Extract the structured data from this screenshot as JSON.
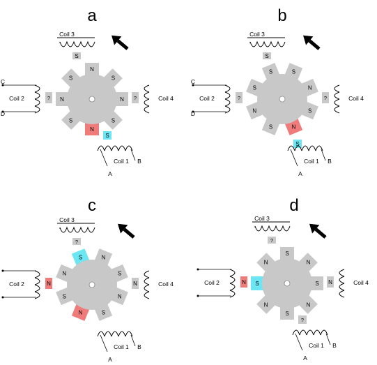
{
  "colors": {
    "rotor": "#c8c8c8",
    "stator": "#c8c8c8",
    "north_energized": "#ef7b7b",
    "south_energized": "#6ce6f2",
    "wire": "#000000",
    "arrow": "#000000"
  },
  "coil_labels": {
    "coil1": "Coil 1",
    "coil2": "Coil 2",
    "coil3": "Coil 3",
    "coil4": "Coil 4"
  },
  "terminal_labels": {
    "A": "A",
    "B": "B",
    "C": "C",
    "D": "D"
  },
  "panels": [
    {
      "label": "a",
      "arrow_icon": "counterclockwise-rotation-arrow",
      "rotor_teeth": [
        "N",
        "S",
        "N",
        "S",
        "N",
        "S",
        "N",
        "S"
      ],
      "rotor_energized": {
        "4": "N"
      },
      "coils": {
        "coil1": {
          "pole": "S",
          "state": "S"
        },
        "coil2": {
          "pole": "?",
          "state": "off"
        },
        "coil3": {
          "pole": "S",
          "state": "off"
        },
        "coil4": {
          "pole": "?",
          "state": "off"
        }
      },
      "terminals": [
        "A",
        "B",
        "C",
        "D"
      ]
    },
    {
      "label": "b",
      "arrow_icon": "counterclockwise-rotation-arrow",
      "rotor_teeth": [
        "S",
        "S",
        "N",
        "S",
        "N",
        "S",
        "N",
        "S"
      ],
      "rotor_energized": {
        "4": "N"
      },
      "coils": {
        "coil1": {
          "pole": "S",
          "state": "S"
        },
        "coil2": {
          "pole": "?",
          "state": "off"
        },
        "coil3": {
          "pole": "S",
          "state": "off"
        },
        "coil4": {
          "pole": "?",
          "state": "off"
        }
      },
      "terminals": [
        "A",
        "B",
        "C",
        "D"
      ]
    },
    {
      "label": "c",
      "arrow_icon": "counterclockwise-rotation-arrow",
      "rotor_teeth": [
        "N",
        "S",
        "N",
        "S",
        "N",
        "S",
        "N",
        "S"
      ],
      "rotor_energized": {
        "4": "N",
        "7": "S"
      },
      "coils": {
        "coil1": {
          "pole": "",
          "state": "off"
        },
        "coil2": {
          "pole": "N",
          "state": "N"
        },
        "coil3": {
          "pole": "?",
          "state": "off"
        },
        "coil4": {
          "pole": "N",
          "state": "off"
        }
      },
      "terminals": [
        "A",
        "B"
      ]
    },
    {
      "label": "d",
      "arrow_icon": "counterclockwise-rotation-arrow",
      "rotor_teeth": [
        "S",
        "N",
        "S",
        "N",
        "S",
        "N",
        "S",
        "N"
      ],
      "rotor_energized": {
        "6": "S"
      },
      "coils": {
        "coil1": {
          "pole": "?",
          "state": "off"
        },
        "coil2": {
          "pole": "N",
          "state": "N"
        },
        "coil3": {
          "pole": "?",
          "state": "off"
        },
        "coil4": {
          "pole": "N",
          "state": "off"
        }
      },
      "terminals": [
        "A",
        "B"
      ]
    }
  ]
}
